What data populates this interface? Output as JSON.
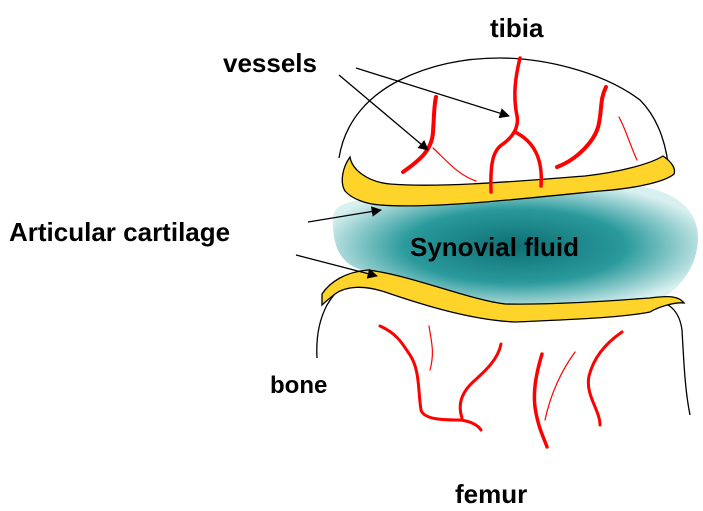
{
  "labels": {
    "tibia": "tibia",
    "vessels": "vessels",
    "articular_cartilage": "Articular cartilage",
    "synovial_fluid": "Synovial fluid",
    "bone": "bone",
    "femur": "femur"
  },
  "colors": {
    "vessel": "#ff0000",
    "cartilage": "#ffd42a",
    "fluid": "#0f7f7f",
    "line": "#000000"
  }
}
